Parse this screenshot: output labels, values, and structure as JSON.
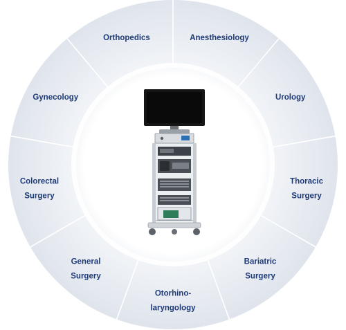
{
  "diagram": {
    "specialties": [
      {
        "id": "anesthesiology",
        "lines": [
          "Anesthesiology"
        ]
      },
      {
        "id": "urology",
        "lines": [
          "Urology"
        ]
      },
      {
        "id": "thoracic-surgery",
        "lines": [
          "Thoracic",
          "Surgery"
        ]
      },
      {
        "id": "bariatric-surgery",
        "lines": [
          "Bariatric",
          "Surgery"
        ]
      },
      {
        "id": "otorhinolaryngology",
        "lines": [
          "Otorhino-",
          "laryngology"
        ]
      },
      {
        "id": "general-surgery",
        "lines": [
          "General",
          "Surgery"
        ]
      },
      {
        "id": "colorectal-surgery",
        "lines": [
          "Colorectal",
          "Surgery"
        ]
      },
      {
        "id": "gynecology",
        "lines": [
          "Gynecology"
        ]
      },
      {
        "id": "orthopedics",
        "lines": [
          "Orthopedics"
        ]
      }
    ],
    "colors": {
      "label": "#1e3a78",
      "ring_outer": "#e4e8ef",
      "ring_inner": "#f6f7f9",
      "divider": "#ffffff"
    },
    "center_image": "endoscopy-tower-cart"
  }
}
